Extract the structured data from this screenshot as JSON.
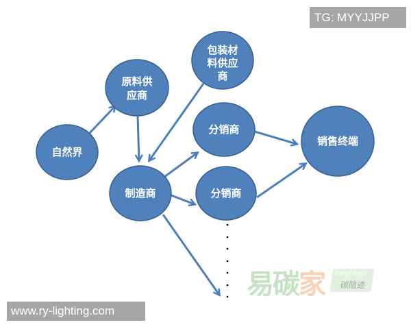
{
  "watermarks": {
    "tg": "TG: MYYJJPP",
    "site": "www.ry-lighting.com",
    "brand_cn_1": "易碳",
    "brand_cn_2": "家",
    "brand_en": "tanjiaoyi",
    "brand_sub": "碳阻迹"
  },
  "colors": {
    "node_fill": "#4f81bd",
    "node_stroke": "#385d8a",
    "arrow": "#4a7ebb",
    "label": "#ffffff"
  },
  "nodes": {
    "nature": {
      "lines": [
        "自然界"
      ]
    },
    "raw_supplier": {
      "lines": [
        "原料供",
        "应商"
      ]
    },
    "packaging_supplier": {
      "lines": [
        "包装材",
        "料供应",
        "商"
      ]
    },
    "manufacturer": {
      "lines": [
        "制造商"
      ]
    },
    "distributor_1": {
      "lines": [
        "分销商"
      ]
    },
    "distributor_2": {
      "lines": [
        "分销商"
      ]
    },
    "retail": {
      "lines": [
        "销售终端"
      ]
    }
  },
  "edges": [
    {
      "from": "自然界",
      "to": "原料供应商"
    },
    {
      "from": "原料供应商",
      "to": "制造商"
    },
    {
      "from": "包装材料供应商",
      "to": "制造商"
    },
    {
      "from": "制造商",
      "to": "分销商"
    },
    {
      "from": "制造商",
      "to": "分销商"
    },
    {
      "from": "分销商",
      "to": "销售终端"
    },
    {
      "from": "分销商",
      "to": "销售终端"
    },
    {
      "from": "制造商",
      "to": "..."
    }
  ],
  "continuation": "⋮"
}
